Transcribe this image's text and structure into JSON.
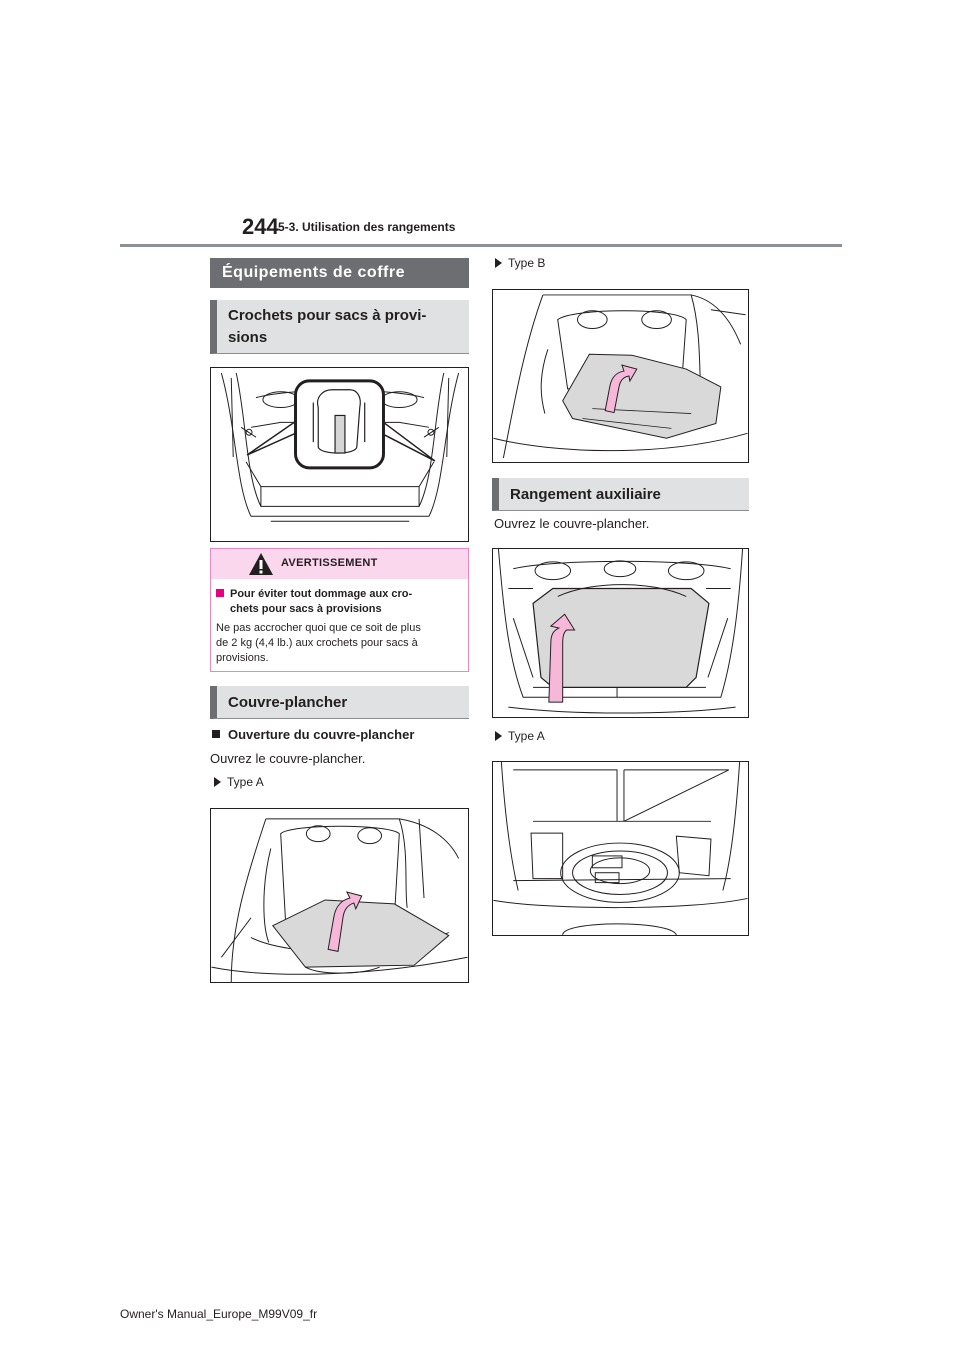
{
  "header": {
    "page_number": "244",
    "section": "5-3. Utilisation des rangements"
  },
  "left": {
    "section_title": "Équipements de coffre",
    "hooks_title_line1": "Crochets pour sacs à provi-",
    "hooks_title_line2": "sions",
    "warning": {
      "label": "AVERTISSEMENT",
      "item_line1": "Pour éviter tout dommage aux cro-",
      "item_line2": "chets pour sacs à provisions",
      "text_line1": "Ne pas accrocher quoi que ce soit de plus",
      "text_line2": "de 2 kg (4,4 lb.) aux crochets pour sacs à",
      "text_line3": "provisions."
    },
    "floor_title": "Couvre-plancher",
    "opening_title": "Ouverture du couvre-plancher",
    "opening_text": "Ouvrez le couvre-plancher.",
    "type_a": "Type A"
  },
  "right": {
    "type_b": "Type B",
    "aux_title": "Rangement auxiliaire",
    "aux_text": "Ouvrez le couvre-plancher.",
    "type_a": "Type A"
  },
  "footer": {
    "text": "Owner's Manual_Europe_M99V09_fr"
  },
  "colors": {
    "section_bar": "#6d6e71",
    "subheading_bg": "#dfe1e2",
    "warning_border": "#e78ac3",
    "warning_header": "#fbd7ee",
    "warning_square": "#e8007f",
    "arrow_fill": "#f7b7d9"
  }
}
